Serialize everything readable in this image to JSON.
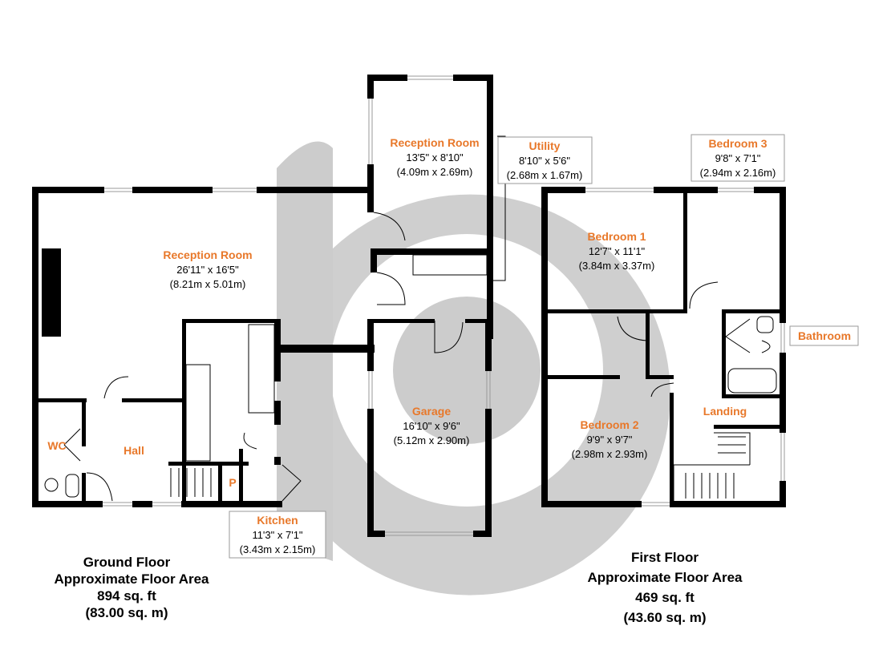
{
  "accent_color": "#e8782a",
  "watermark_color": "#cccccc",
  "watermark_icon": "logo-b-icon",
  "rooms": {
    "reception_main": {
      "name": "Reception Room",
      "dim_imperial": "26'11\" x 16'5\"",
      "dim_metric": "(8.21m x 5.01m)"
    },
    "reception_rear": {
      "name": "Reception Room",
      "dim_imperial": "13'5\" x 8'10\"",
      "dim_metric": "(4.09m x 2.69m)"
    },
    "utility": {
      "name": "Utility",
      "dim_imperial": "8'10\" x 5'6\"",
      "dim_metric": "(2.68m x 1.67m)"
    },
    "garage": {
      "name": "Garage",
      "dim_imperial": "16'10\" x 9'6\"",
      "dim_metric": "(5.12m x 2.90m)"
    },
    "kitchen": {
      "name": "Kitchen",
      "dim_imperial": "11'3\" x 7'1\"",
      "dim_metric": "(3.43m x 2.15m)"
    },
    "wc": {
      "name": "WC"
    },
    "hall": {
      "name": "Hall"
    },
    "pantry": {
      "name": "P"
    },
    "bedroom1": {
      "name": "Bedroom 1",
      "dim_imperial": "12'7\" x 11'1\"",
      "dim_metric": "(3.84m x 3.37m)"
    },
    "bedroom2": {
      "name": "Bedroom 2",
      "dim_imperial": "9'9\" x 9'7\"",
      "dim_metric": "(2.98m x 2.93m)"
    },
    "bedroom3": {
      "name": "Bedroom 3",
      "dim_imperial": "9'8\" x 7'1\"",
      "dim_metric": "(2.94m x 2.16m)"
    },
    "bathroom": {
      "name": "Bathroom"
    },
    "landing": {
      "name": "Landing"
    }
  },
  "floors": {
    "ground": {
      "line1": "Ground Floor",
      "line2": "Approximate Floor Area",
      "line3": "894 sq. ft",
      "line4": "(83.00 sq. m)"
    },
    "first": {
      "line1": "First Floor",
      "line2": "Approximate Floor Area",
      "line3": "469 sq. ft",
      "line4": "(43.60 sq. m)"
    }
  }
}
